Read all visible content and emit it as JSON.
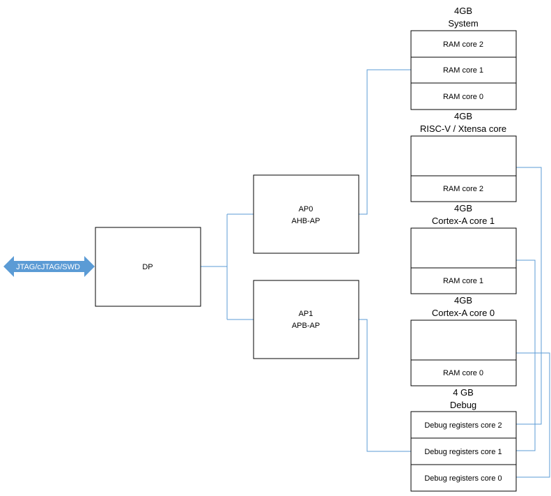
{
  "colors": {
    "connector": "#5b9bd5",
    "arrow": "#5b9bd5",
    "box_border": "#000000"
  },
  "interface": {
    "label": "JTAG/cJTAG/SWD"
  },
  "dp": {
    "label": "DP"
  },
  "ap0": {
    "line1": "AP0",
    "line2": "AHB-AP"
  },
  "ap1": {
    "line1": "AP1",
    "line2": "APB-AP"
  },
  "system": {
    "size": "4GB",
    "name": "System",
    "cells": [
      "RAM core 2",
      "RAM core 1",
      "RAM core 0"
    ]
  },
  "riscv": {
    "size": "4GB",
    "name": "RISC-V / Xtensa core",
    "cell": "RAM core 2"
  },
  "cortex1": {
    "size": "4GB",
    "name": "Cortex-A core 1",
    "cell": "RAM core 1"
  },
  "cortex0": {
    "size": "4GB",
    "name": "Cortex-A core 0",
    "cell": "RAM core 0"
  },
  "debug": {
    "size": "4 GB",
    "name": "Debug",
    "cells": [
      "Debug registers core 2",
      "Debug registers core 1",
      "Debug registers core 0"
    ]
  }
}
